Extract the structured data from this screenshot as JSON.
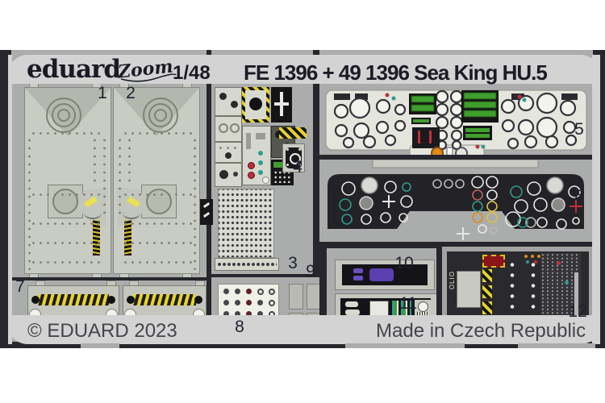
{
  "product": {
    "header": {
      "brand": "eduard",
      "series": "Zoom",
      "scale": "1/48",
      "title": "FE 1396 + 49 1396 Sea King HU.5"
    },
    "footer": {
      "copyright": "© EDUARD 2023",
      "origin": "Made in Czech Republic"
    }
  },
  "parts": [
    {
      "label": "1"
    },
    {
      "label": "2"
    },
    {
      "label": "3"
    },
    {
      "label": "4"
    },
    {
      "label": "5"
    },
    {
      "label": "6"
    },
    {
      "label": "7"
    },
    {
      "label": "8"
    },
    {
      "label": "9"
    },
    {
      "label": "10"
    },
    {
      "label": "11"
    },
    {
      "label": "12"
    }
  ],
  "fret12": {
    "placard_text": "OLIO"
  },
  "colors": {
    "frame_dark": "#26262c",
    "plate_light": "#d2d3d2",
    "photo_background": "#abadad",
    "metal_fret": "#c9ccc2",
    "panel_cream": "#e4e5dd",
    "display_green": "#3f9e2c",
    "hazard_yellow": "#e6d22c",
    "button_red": "#c03038",
    "button_teal": "#2f9b8d",
    "accent_orange": "#e08a18",
    "part_purple": "#5b3fb0",
    "text_dark": "#1b1b26"
  }
}
